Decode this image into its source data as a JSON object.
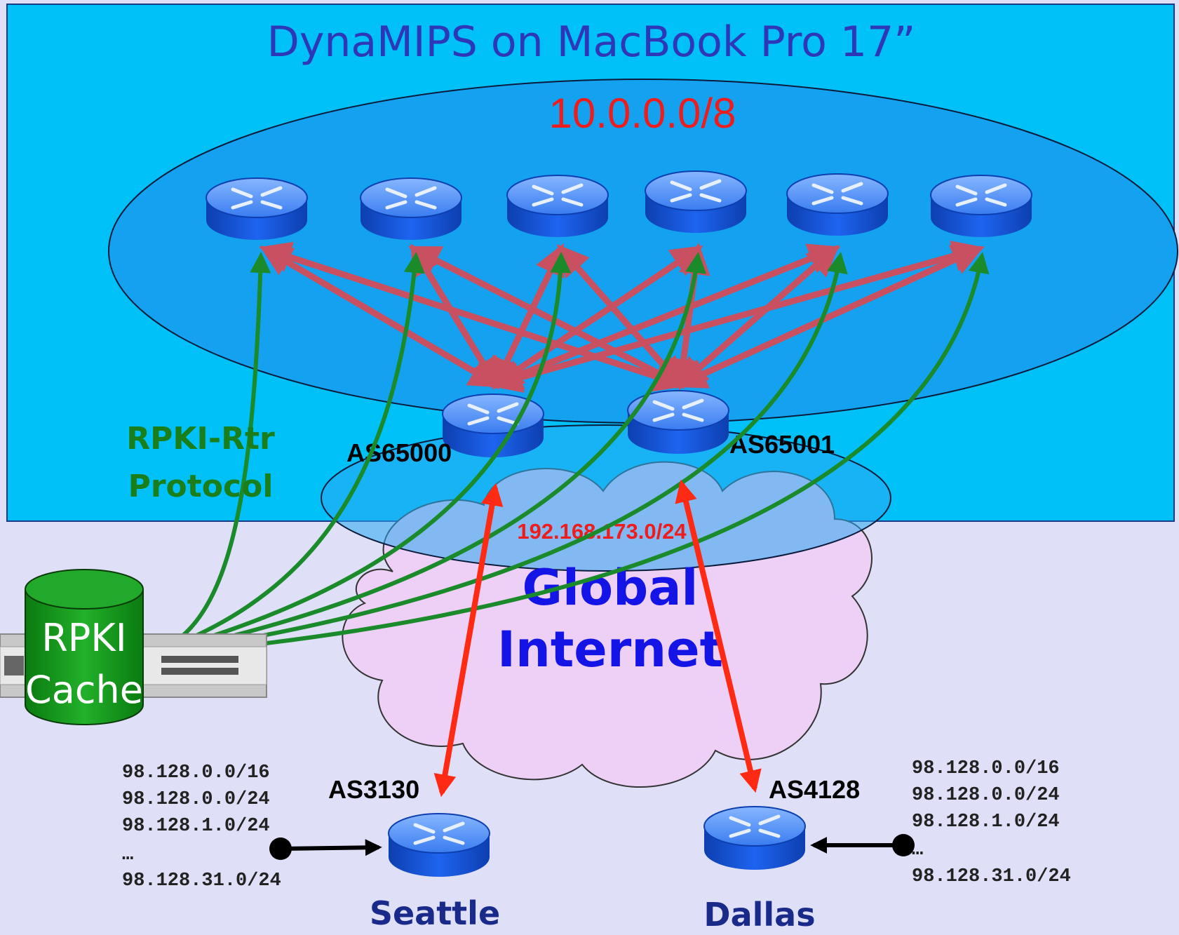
{
  "title": "DynaMIPS on MacBook Pro 17”",
  "networks": {
    "main": "10.0.0.0/8",
    "peering": "192.168.173.0/24"
  },
  "as_labels": {
    "left_edge": "AS65000",
    "right_edge": "AS65001",
    "seattle": "AS3130",
    "dallas": "AS4128"
  },
  "protocol_label": {
    "line1": "RPKI-Rtr",
    "line2": "Protocol"
  },
  "cloud_label": {
    "line1": "Global",
    "line2": "Internet"
  },
  "cache_label": {
    "line1": "RPKI",
    "line2": "Cache"
  },
  "cities": {
    "seattle": "Seattle",
    "dallas": "Dallas"
  },
  "prefixes": {
    "seattle": [
      "98.128.0.0/16",
      "98.128.0.0/24",
      "98.128.1.0/24",
      "…",
      "98.128.31.0/24"
    ],
    "dallas": [
      "98.128.0.0/16",
      "98.128.0.0/24",
      "98.128.1.0/24",
      "…",
      "98.128.31.0/24"
    ]
  },
  "colors": {
    "panel": "#00c0f8",
    "page": "#dfe0f7",
    "router": "#1b5fe8",
    "ibgp_arrow": "#c85060",
    "rpki_line": "#1a8a2a",
    "ebgp_arrow": "#ff2a14",
    "cloud": "#eecff6"
  }
}
